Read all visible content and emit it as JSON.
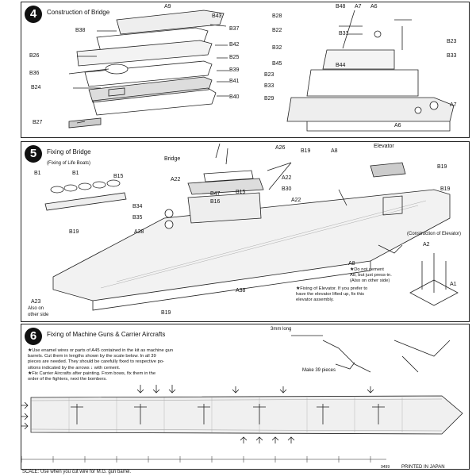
{
  "step4": {
    "number": "4",
    "title": "Construction of Bridge",
    "labels": [
      "A9",
      "B43",
      "B38",
      "B37",
      "B26",
      "B42",
      "B25",
      "B36",
      "B39",
      "B24",
      "B41",
      "B40",
      "B27",
      "B28",
      "B48",
      "A7",
      "A6",
      "B32",
      "B31",
      "B22",
      "B45",
      "B44",
      "B23",
      "B33",
      "B29",
      "A7",
      "A6",
      "B23",
      "B33"
    ]
  },
  "step5": {
    "number": "5",
    "title": "Fixing of Bridge",
    "subtitle": "(Fixing of Life Boats)",
    "labels": [
      "Bridge",
      "A26",
      "B19",
      "A8",
      "Elevator",
      "B19",
      "B1",
      "B1",
      "B15",
      "A22",
      "B47",
      "B15",
      "A22",
      "B30",
      "B16",
      "A22",
      "B19",
      "B34",
      "B35",
      "A38",
      "B19",
      "A2",
      "A38",
      "A23",
      "B19",
      "A8",
      "A1"
    ],
    "caption_elevator": "(Construction of Elevator)",
    "a23_note": "Also on other side",
    "notes": [
      "★Do not cement",
      "A8, but just press-in.",
      "(Also on other side)"
    ],
    "elevator_note": [
      "★Fixing of Elevator. If you prefer to",
      "have the elevator lifted up, fix this",
      "elevator assembly."
    ]
  },
  "step6": {
    "number": "6",
    "title": "Fixing of Machine Guns & Carrier Aircrafts",
    "instructions": [
      "★Use enamel wires or parts of A45 contained in the kit as machine gun",
      "barrels. Cut them in lengths shown by the scale below. In all 39",
      "pieces are needed. They should be carefully fixed to respective po-",
      "sitions indicated by the arrows ↓ with cement.",
      "★Fix Carrier Aircrafts after painting. From bows, fix them in the",
      "order of the fighters, next the bombers."
    ],
    "length_note": "3mm long",
    "make_note": "Make 39 pieces"
  },
  "footer": {
    "scale": "SCALE: Use when you cut wire for M.G. gun barrel.",
    "code": "9499",
    "printed": "PRINTED IN JAPAN"
  }
}
